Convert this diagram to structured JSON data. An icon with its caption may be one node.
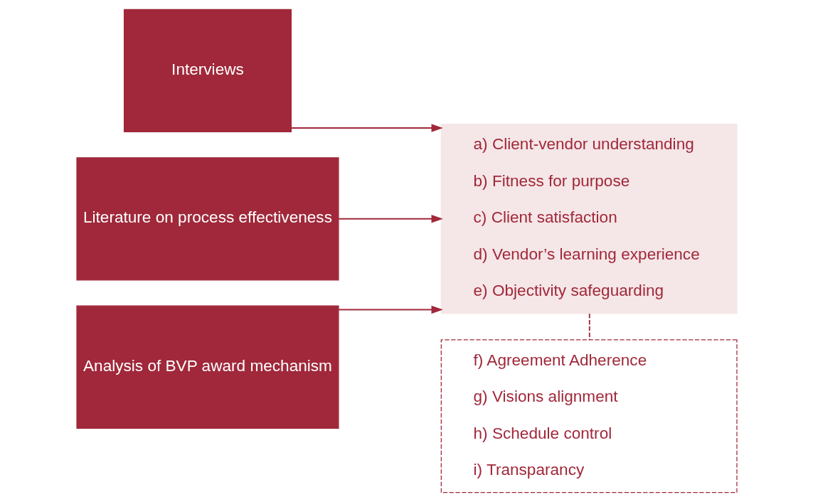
{
  "diagram": {
    "nodes": [
      {
        "text": [
          "Interviews"
        ]
      },
      {
        "text": [
          "Literature on process effectiveness"
        ]
      },
      {
        "text": [
          "Analysis of BVP award mechanism"
        ]
      },
      {
        "text": [
          "a) Client-vendor understanding",
          "b) Fitness for purpose",
          "c) Client satisfaction",
          "d) Vendor’s learning experience",
          "e) Objectivity safeguarding"
        ]
      },
      {
        "text": [
          "f) Agreement Adherence",
          "g) Visions alignment",
          "h) Schedule control",
          "i) Transparancy"
        ]
      }
    ],
    "edges": [
      {
        "from": 0,
        "to": 3,
        "arrow": "to"
      },
      {
        "from": 1,
        "to": 3,
        "arrow": "to"
      },
      {
        "from": 2,
        "to": 3,
        "arrow": "to"
      },
      {
        "from": 3,
        "to": 4,
        "arrow": "none",
        "style": "dashed"
      }
    ]
  }
}
